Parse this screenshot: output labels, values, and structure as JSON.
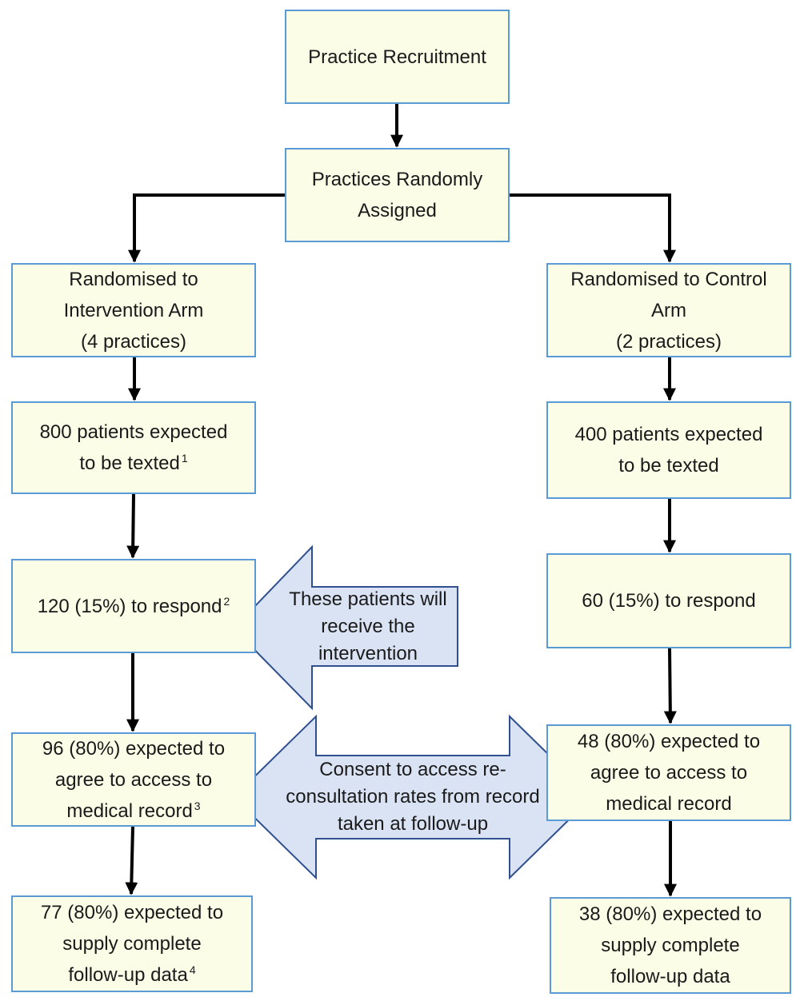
{
  "colors": {
    "box_fill": "#fcfde6",
    "box_border": "#5b9bd5",
    "arrow": "#000000",
    "callout_fill": "#dae3f3",
    "callout_border": "#2f4f8f"
  },
  "top": {
    "recruitment": "Practice Recruitment",
    "randomly_assigned": [
      "Practices Randomly",
      "Assigned"
    ]
  },
  "intervention": {
    "arm": [
      "Randomised to",
      "Intervention Arm",
      "(4 practices)"
    ],
    "texted": {
      "lines": [
        "800 patients expected",
        "to be texted"
      ],
      "footnote": "1"
    },
    "respond": {
      "text": "120 (15%) to respond",
      "footnote": "2"
    },
    "agree": {
      "lines": [
        "96 (80%) expected to",
        "agree to access to",
        "medical record"
      ],
      "footnote": "3"
    },
    "complete": {
      "lines": [
        "77 (80%) expected to",
        "supply complete",
        "follow-up data"
      ],
      "footnote": "4"
    }
  },
  "control": {
    "arm": [
      "Randomised to Control",
      "Arm",
      "(2 practices)"
    ],
    "texted": [
      "400 patients expected",
      "to be texted"
    ],
    "respond": "60 (15%) to respond",
    "agree": [
      "48 (80%) expected to",
      "agree to access to",
      "medical record"
    ],
    "complete": [
      "38 (80%) expected to",
      "supply complete",
      "follow-up data"
    ]
  },
  "callouts": {
    "intervention_note": [
      "These patients",
      "will receive the",
      "intervention"
    ],
    "consent_note": [
      "Consent to access re-",
      "consultation rates from",
      "record taken at follow-up"
    ]
  }
}
